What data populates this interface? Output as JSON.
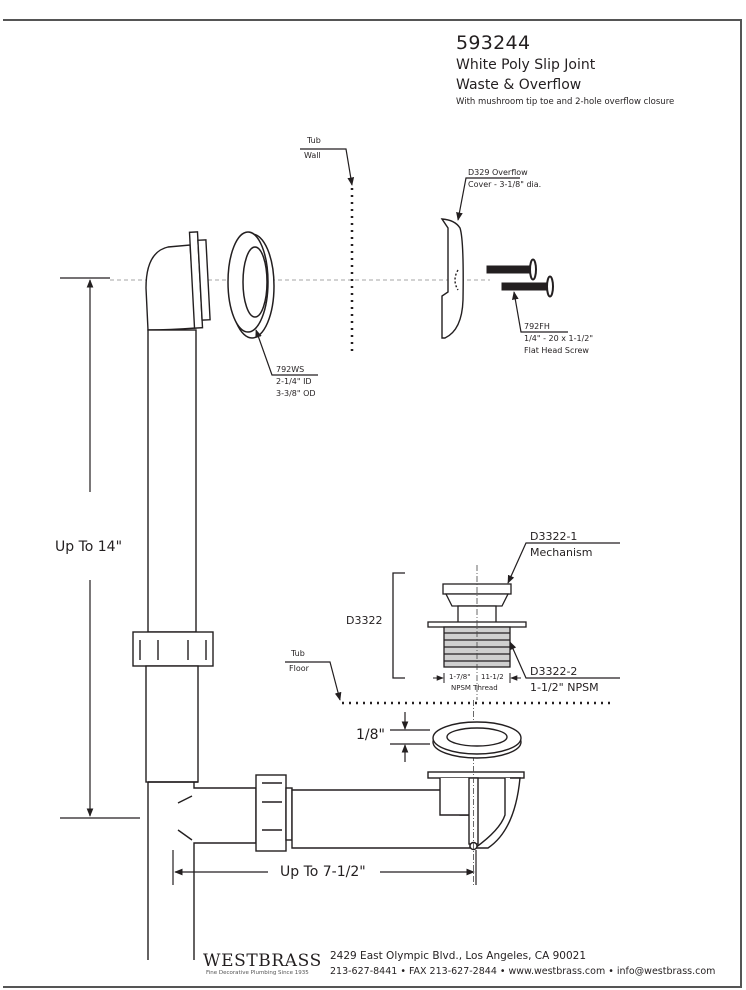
{
  "title": {
    "part_number": "593244",
    "line1": "White Poly Slip Joint",
    "line2": "Waste & Overflow",
    "subtitle": "With mushroom tip toe and 2-hole overflow closure"
  },
  "callouts": {
    "tub_wall": {
      "line1": "Tub",
      "line2": "Wall"
    },
    "tub_floor": {
      "line1": "Tub",
      "line2": "Floor"
    },
    "overflow_cover": {
      "line1": "D329 Overflow",
      "line2": "Cover - 3-1/8\" dia."
    },
    "screw": {
      "line1": "792FH",
      "line2": "1/4\" - 20 x 1-1/2\"",
      "line3": "Flat Head Screw"
    },
    "washer": {
      "line1": "792WS",
      "line2": "2-1/4\" ID",
      "line3": "3-3/8\" OD"
    },
    "mechanism": {
      "line1": "D3322-1",
      "line2": "Mechanism"
    },
    "assembly": {
      "label": "D3322"
    },
    "body": {
      "line1": "D3322-2",
      "line2": "1-1/2\" NPSM"
    },
    "thread": {
      "left": "1-7/8\"",
      "right": "11-1/2",
      "label": "NPSM Thread"
    }
  },
  "dimensions": {
    "height": "Up To 14\"",
    "length": "Up To 7-1/2\"",
    "gasket_thickness": "1/8\""
  },
  "footer": {
    "brand": "WESTBRASS",
    "tagline": "Fine Decorative Plumbing Since 1935",
    "address": "2429 East Olympic Blvd., Los Angeles, CA  90021",
    "contact": "213-627-8441 • FAX 213-627-2844 • www.westbrass.com • info@westbrass.com"
  }
}
